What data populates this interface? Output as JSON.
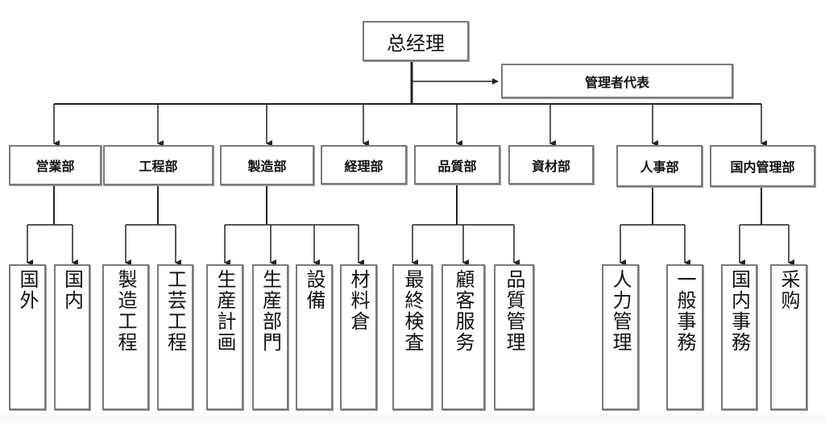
{
  "top": {
    "label": "总经理"
  },
  "representative": {
    "label": "管理者代表"
  },
  "departments": [
    {
      "label": "営業部",
      "children": [
        "国外",
        "国内"
      ]
    },
    {
      "label": "工程部",
      "children": [
        "製造工程",
        "工芸工程"
      ]
    },
    {
      "label": "製造部",
      "children": [
        "生産計画",
        "生産部門",
        "設備",
        "材料倉"
      ]
    },
    {
      "label": "経理部",
      "children": []
    },
    {
      "label": "品質部",
      "children": [
        "最終検査",
        "顧客服务",
        "品質管理"
      ]
    },
    {
      "label": "資材部",
      "children": []
    },
    {
      "label": "人事部",
      "children": [
        "人力管理",
        "一般事務"
      ]
    },
    {
      "label": "国内管理部",
      "children": [
        "国内事務",
        "采购"
      ]
    }
  ],
  "colors": {
    "line": "#222222",
    "border": "#7a7a7a",
    "background": "#ffffff"
  }
}
